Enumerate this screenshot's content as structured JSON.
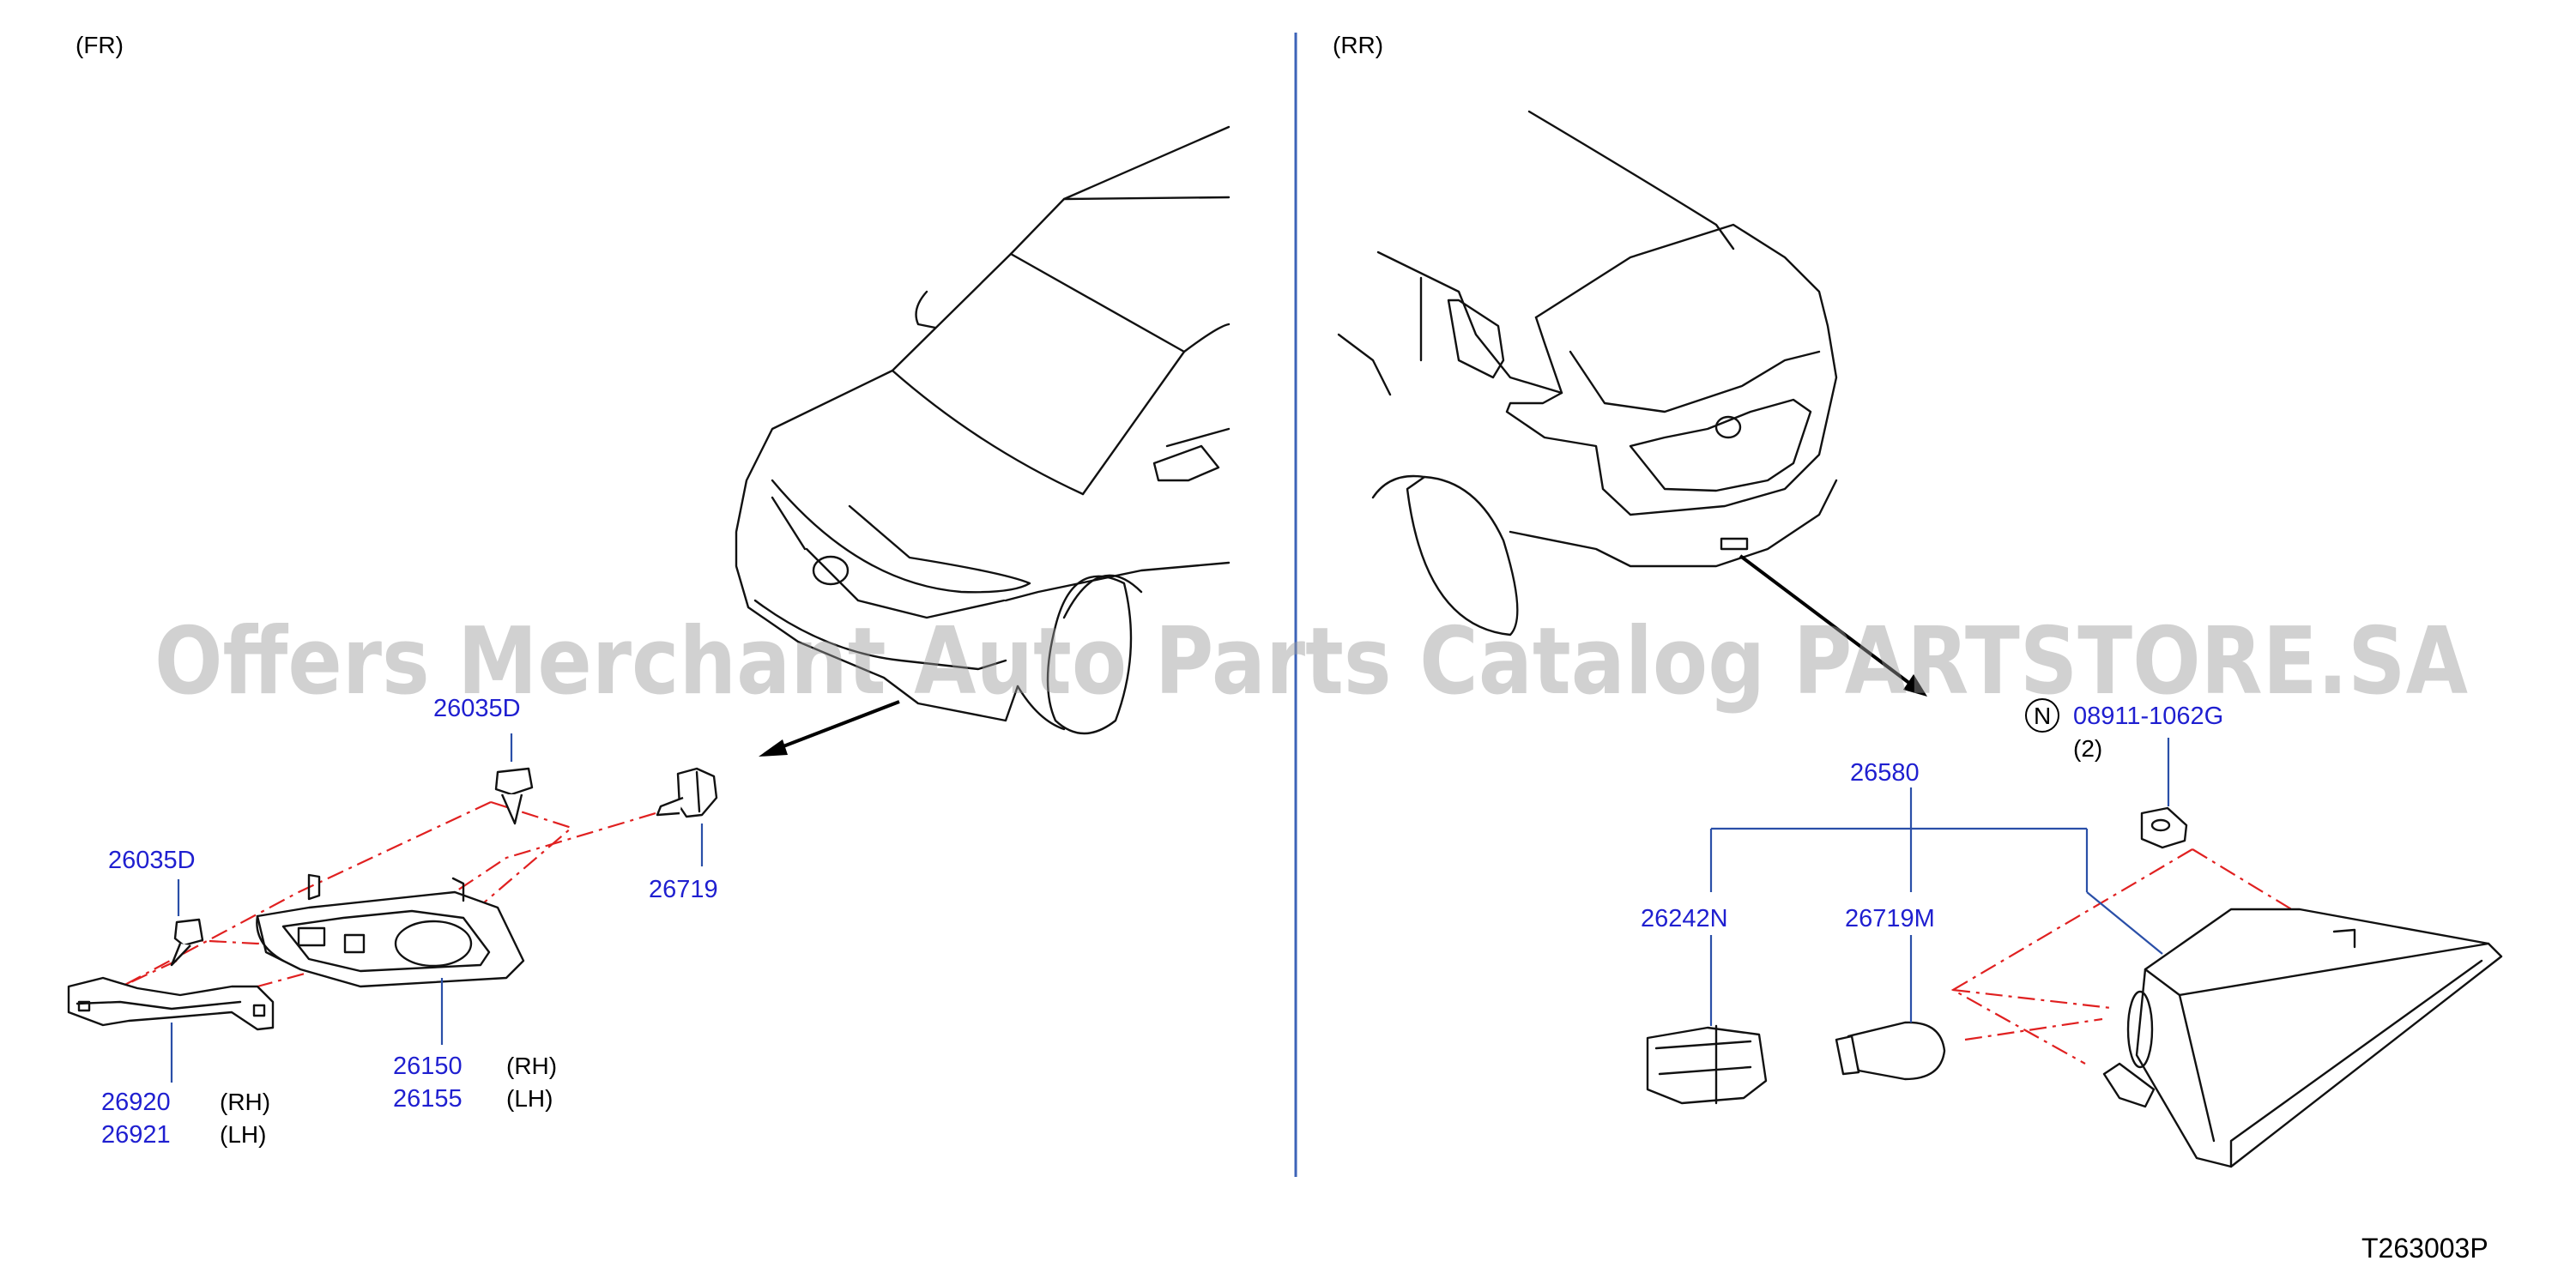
{
  "sections": {
    "front": "(FR)",
    "rear": "(RR)"
  },
  "watermark": "Offers Merchant Auto Parts Catalog PARTSTORE.SA",
  "diagram_code": "T263003P",
  "front_parts": {
    "screw_top": "26035D",
    "screw_left": "26035D",
    "bulb": "26719",
    "lamp_rh": "26150",
    "lamp_lh": "26155",
    "bracket_rh": "26920",
    "bracket_lh": "26921",
    "rh_label": "(RH)",
    "lh_label": "(LH)"
  },
  "rear_parts": {
    "nut_symbol": "N",
    "nut": "08911-1062G",
    "nut_qty": "(2)",
    "lamp_assembly": "26580",
    "socket": "26242N",
    "bulb": "26719M"
  },
  "colors": {
    "part_number": "#1f1fd0",
    "leader": "#2a4fa8",
    "phantom_line": "#e02020",
    "divider": "#3d63b8"
  }
}
